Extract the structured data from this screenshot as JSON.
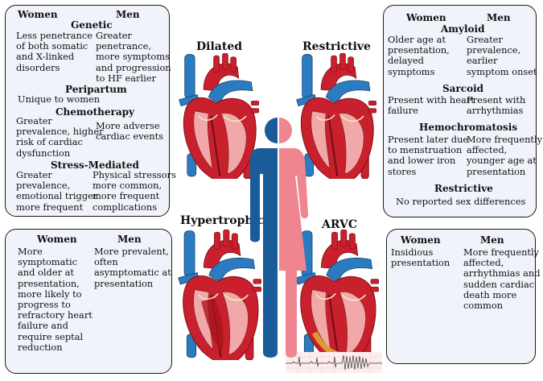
{
  "colors": {
    "box_fill": "#f1f3fb",
    "men_blue": "#1a5c9a",
    "women_pink": "#ee858f",
    "heart_red": "#c8202c",
    "vessel_blue": "#2b7bc0"
  },
  "center_figure": "man-woman-icon",
  "hearts": {
    "dilated": {
      "label": "Dilated"
    },
    "restrictive": {
      "label": "Restrictive"
    },
    "hypertrophic": {
      "label": "Hypertrophic"
    },
    "arvc": {
      "label": "ARVC"
    }
  },
  "dilated_box": {
    "col_women": "Women",
    "col_men": "Men",
    "genetic": {
      "heading": "Genetic",
      "women": [
        "Less penetrance",
        "of both somatic",
        "and X-linked",
        "disorders"
      ],
      "men": [
        "Greater",
        "penetrance,",
        "more symptoms",
        "and progression",
        "to HF earlier"
      ]
    },
    "peripartum": {
      "heading": "Peripartum",
      "women": [
        "Unique to women"
      ]
    },
    "chemotherapy": {
      "heading": "Chemotherapy",
      "women": [
        "Greater",
        "prevalence, higher",
        "risk of cardiac",
        "dysfunction"
      ],
      "men": [
        "More adverse",
        "cardiac events"
      ]
    },
    "stress": {
      "heading": "Stress-Mediated",
      "women": [
        "Greater",
        "prevalence,",
        "emotional trigger",
        "more frequent"
      ],
      "men": [
        "Physical stressors",
        "more common,",
        "more frequent",
        "complications"
      ]
    }
  },
  "restrictive_box": {
    "col_women": "Women",
    "col_men": "Men",
    "amyloid": {
      "heading": "Amyloid",
      "women": [
        "Older age at",
        "presentation,",
        "delayed",
        "symptoms"
      ],
      "men": [
        "Greater",
        "prevalence,",
        "earlier",
        "symptom onset"
      ]
    },
    "sarcoid": {
      "heading": "Sarcoid",
      "women": [
        "Present with heart",
        "failure"
      ],
      "men": [
        "Present with",
        "arrhythmias"
      ]
    },
    "hemochromatosis": {
      "heading": "Hemochromatosis",
      "women": [
        "Present later due",
        "to menstruation",
        "and lower iron",
        "stores"
      ],
      "men": [
        "More frequently",
        "affected,",
        "younger age at",
        "presentation"
      ]
    },
    "restrictive": {
      "heading": "Restrictive",
      "text": "No reported sex differences"
    }
  },
  "hypertrophic_box": {
    "col_women": "Women",
    "col_men": "Men",
    "women": [
      "More",
      "symptomatic",
      "and older at",
      "presentation,",
      "more likely to",
      "progress to",
      "refractory heart",
      "failure and",
      "require septal",
      "reduction"
    ],
    "men": [
      "More prevalent,",
      "often",
      "asymptomatic at",
      "presentation"
    ]
  },
  "arvc_box": {
    "col_women": "Women",
    "col_men": "Men",
    "women": [
      "Insidious",
      "presentation"
    ],
    "men": [
      "More frequently",
      "affected,",
      "arrhythmias and",
      "sudden cardiac",
      "death more",
      "common"
    ]
  }
}
